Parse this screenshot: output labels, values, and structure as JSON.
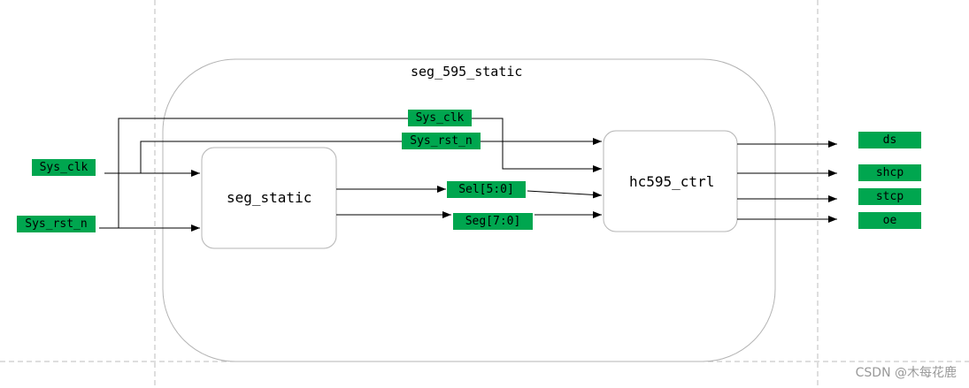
{
  "top_module": {
    "label": "seg_595_static"
  },
  "submodules": {
    "seg_static": {
      "label": "seg_static"
    },
    "hc595_ctrl": {
      "label": "hc595_ctrl"
    }
  },
  "inputs": {
    "sys_clk": "Sys_clk",
    "sys_rst_n": "Sys_rst_n"
  },
  "internal_signals": {
    "sys_clk": "Sys_clk",
    "sys_rst_n": "Sys_rst_n",
    "sel": "Sel[5:0]",
    "seg": "Seg[7:0]"
  },
  "outputs": [
    "ds",
    "shcp",
    "stcp",
    "oe"
  ],
  "watermark": "CSDN @木每花鹿",
  "colors": {
    "signal_tag": "#00a64f",
    "box_border": "#b4b4b4",
    "wire": "#000000"
  }
}
